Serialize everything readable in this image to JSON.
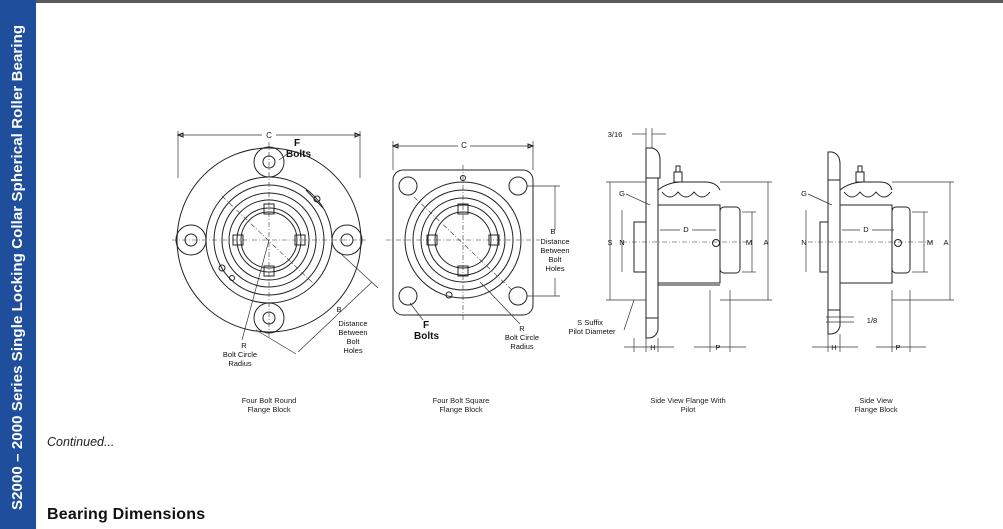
{
  "sidebar": {
    "title": "S2000 – 2000 Series Single Locking Collar Spherical Roller Bearing"
  },
  "figures": [
    {
      "caption_line1": "Four Bolt Round",
      "caption_line2": "Flange Block"
    },
    {
      "caption_line1": "Four Bolt Square",
      "caption_line2": "Flange Block"
    },
    {
      "caption_line1": "Side View Flange With",
      "caption_line2": "Pilot"
    },
    {
      "caption_line1": "Side View",
      "caption_line2": "Flange Block"
    }
  ],
  "labels": {
    "C": "C",
    "F": "F",
    "Bolts": "Bolts",
    "R": "R",
    "bolt_circle_1": "Bolt Circle",
    "bolt_circle_2": "Radius",
    "B": "B",
    "dist_1": "Distance",
    "dist_2": "Between",
    "dist_3": "Bolt",
    "dist_4": "Holes",
    "three_sixteenths": "3/16",
    "G": "G",
    "S": "S",
    "N": "N",
    "D": "D",
    "M": "M",
    "A": "A",
    "H": "H",
    "P": "P",
    "s_suffix_1": "S Suffix",
    "s_suffix_2": "Pilot Diameter",
    "one_eighth": "1/8"
  },
  "page": {
    "continued": "Continued...",
    "section_heading": "Bearing Dimensions"
  }
}
